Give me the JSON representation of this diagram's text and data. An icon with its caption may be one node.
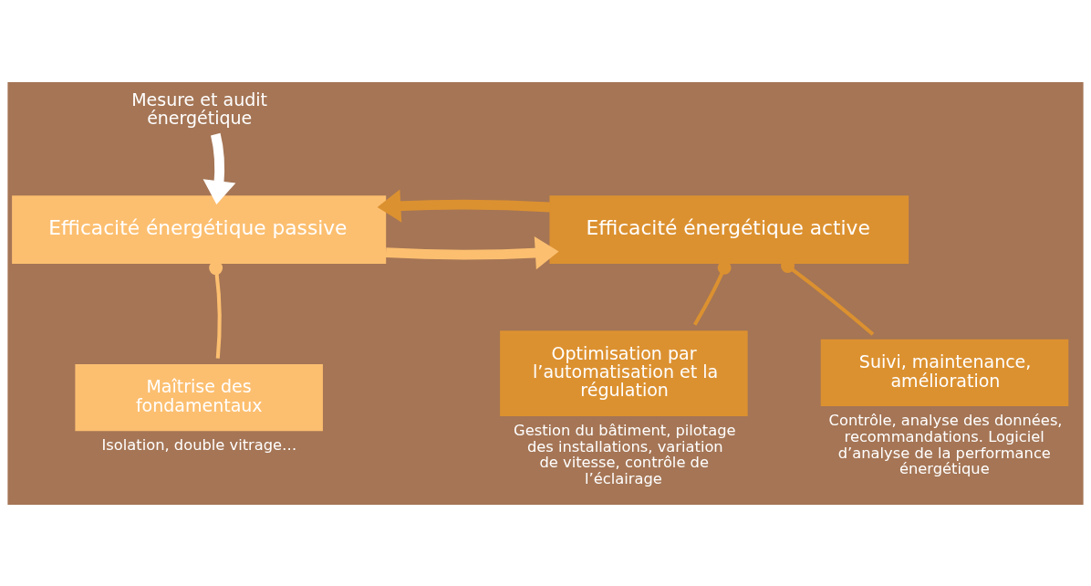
{
  "diagram": {
    "nodes": [
      {
        "text": [
          "Mesure et audit énergétique"
        ]
      },
      {
        "text": [
          "Efficacité énergétique passive"
        ]
      },
      {
        "text": [
          "Efficacité énergétique active"
        ]
      },
      {
        "text": [
          "Maîtrise des fondamentaux"
        ],
        "beside": [
          "Isolation, double vitrage…"
        ]
      },
      {
        "text": [
          "Optimisation par l’automatisation et la régulation"
        ],
        "beside": [
          "Gestion du bâtiment, pilotage des installations, variation de vitesse, contrôle de l’éclairage"
        ]
      },
      {
        "text": [
          "Suivi, maintenance, amélioration"
        ],
        "beside": [
          "Contrôle, analyse des données, recommandations. Logiciel d’analyse de la performance énergétique"
        ]
      }
    ],
    "edges": [
      {
        "from": 0,
        "to": 1,
        "arrow": "to",
        "style": "thick",
        "color": "#ffffff"
      },
      {
        "from": 1,
        "to": 2,
        "arrow": "to",
        "style": "thick",
        "color": "#fcbf70"
      },
      {
        "from": 2,
        "to": 1,
        "arrow": "to",
        "style": "thick",
        "color": "#dc9130"
      },
      {
        "from": 3,
        "to": 1,
        "arrow": "other",
        "color": "#fcbf70"
      },
      {
        "from": 4,
        "to": 2,
        "arrow": "other",
        "color": "#dc9130"
      },
      {
        "from": 5,
        "to": 2,
        "arrow": "other",
        "color": "#dc9130"
      }
    ]
  }
}
